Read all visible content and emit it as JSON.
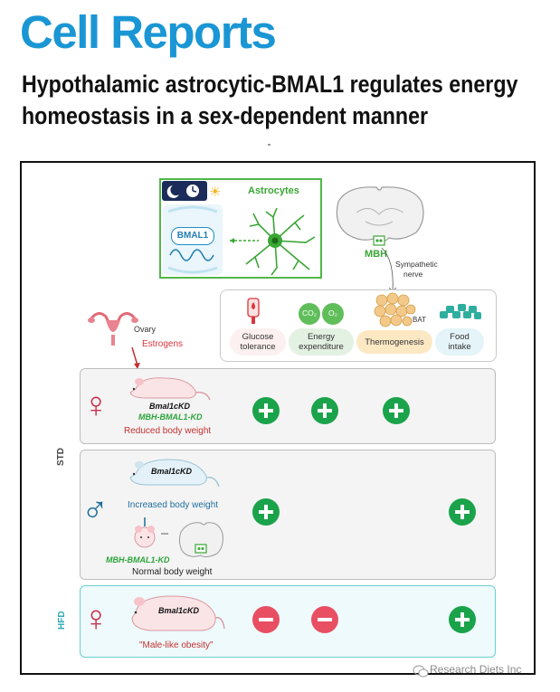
{
  "header": {
    "journal": "Cell Reports",
    "title_line1": "Hypothalamic astrocytic-BMAL1 regulates energy",
    "title_line2": "homeostasis in a sex-dependent manner"
  },
  "top_panel": {
    "astrocytes_label": "Astrocytes",
    "bmal1_label": "BMAL1",
    "mbh_label": "MBH",
    "sympathetic_line1": "Sympathetic",
    "sympathetic_line2": "nerve",
    "bat_label": "BAT",
    "ovary_label": "Ovary",
    "estrogens_label": "Estrogens",
    "co2": "CO₂",
    "o2": "O₂"
  },
  "functions": [
    {
      "line1": "Glucose",
      "line2": "tolerance"
    },
    {
      "line1": "Energy",
      "line2": "expenditure"
    },
    {
      "line1": "Thermogenesis",
      "line2": ""
    },
    {
      "line1": "Food",
      "line2": "intake"
    }
  ],
  "rows": {
    "female_std": {
      "model": "Bmal1cKD",
      "model2": "MBH-BMAL1-KD",
      "phenotype": "Reduced body weight",
      "effects": [
        "plus",
        "plus",
        "plus",
        "none"
      ]
    },
    "male_std": {
      "side_label": "STD",
      "model": "Bmal1cKD",
      "phenotype": "Increased body weight",
      "model2": "MBH-BMAL1-KD",
      "phenotype2": "Normal body weight",
      "effects": [
        "plus",
        "none",
        "none",
        "plus"
      ]
    },
    "female_hfd": {
      "side_label": "HFD",
      "model": "Bmal1cKD",
      "phenotype": "\"Male-like obesity\"",
      "effects": [
        "minus",
        "minus",
        "none",
        "plus"
      ]
    }
  },
  "symbols": {
    "female": "♀",
    "male": "♂"
  },
  "icons": [
    "clock-icon",
    "moon-icon",
    "sun-icon",
    "astrocyte-icon",
    "brain-icon",
    "uterus-icon",
    "mouse-icon",
    "fat-cells-icon",
    "food-pellets-icon",
    "plus-circle-icon",
    "minus-circle-icon",
    "wechat-icon"
  ],
  "colors": {
    "journal": "#1a96d4",
    "plus": "#1aa34a",
    "minus": "#e84f63",
    "astro_border": "#4fb848",
    "hfd_border": "#6ccfd3"
  },
  "watermark": "Research Diets Inc"
}
